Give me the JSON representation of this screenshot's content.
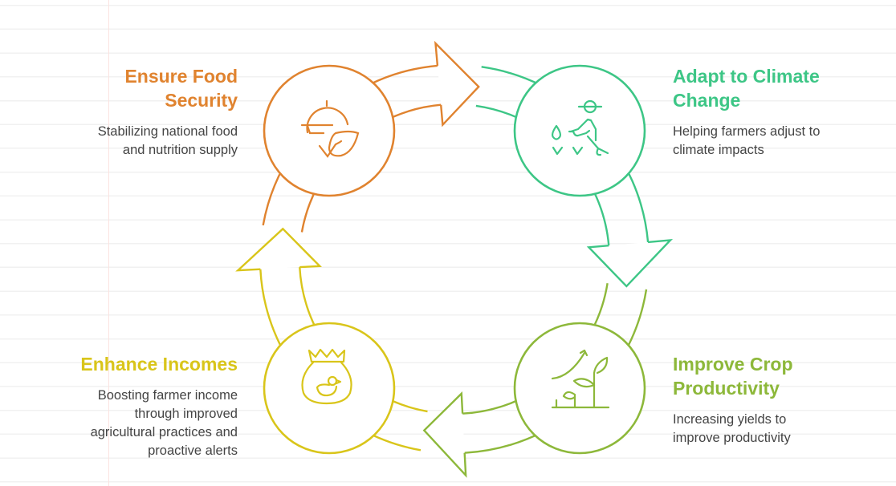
{
  "colors": {
    "orange": "#E0832F",
    "green": "#3DC686",
    "lime": "#8DB83A",
    "yellow": "#D9C51A"
  },
  "steps": [
    {
      "title_line1": "Ensure Food",
      "title_line2": "Security",
      "desc_lines": [
        "Stabilizing national food",
        "and nutrition supply"
      ],
      "icon": "plate-leaf-icon"
    },
    {
      "title_line1": "Adapt to Climate",
      "title_line2": "Change",
      "desc_lines": [
        "Helping farmers adjust to",
        "climate impacts"
      ],
      "icon": "farmer-watering-icon"
    },
    {
      "title_line1": "Improve Crop",
      "title_line2": "Productivity",
      "desc_lines": [
        "Increasing yields to",
        "improve productivity"
      ],
      "icon": "plant-growth-icon"
    },
    {
      "title_line1": "Enhance Incomes",
      "desc_lines": [
        "Boosting farmer income",
        "through improved",
        "agricultural practices and",
        "proactive alerts"
      ],
      "icon": "money-bag-icon"
    }
  ]
}
